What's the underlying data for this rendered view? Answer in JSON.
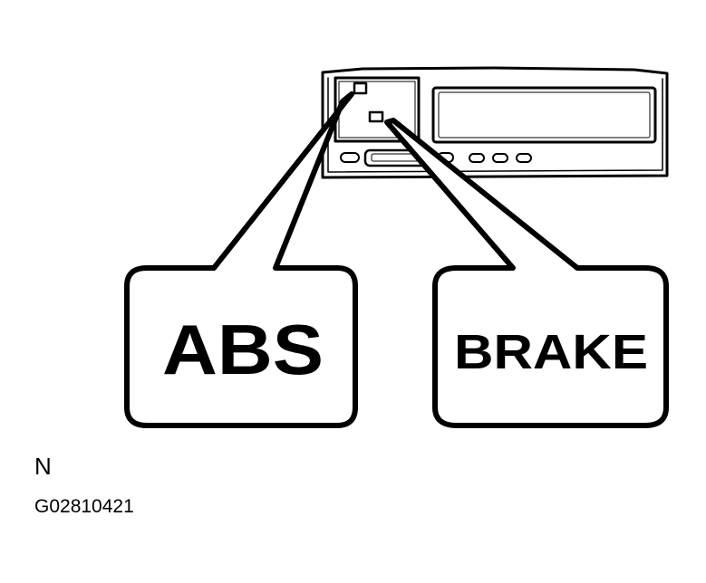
{
  "diagram": {
    "callouts": {
      "abs": {
        "label": "ABS"
      },
      "brake": {
        "label": "BRAKE"
      }
    },
    "view_letter": "N",
    "figure_code": "G02810421",
    "colors": {
      "ink": "#000000",
      "paper": "#ffffff"
    }
  }
}
